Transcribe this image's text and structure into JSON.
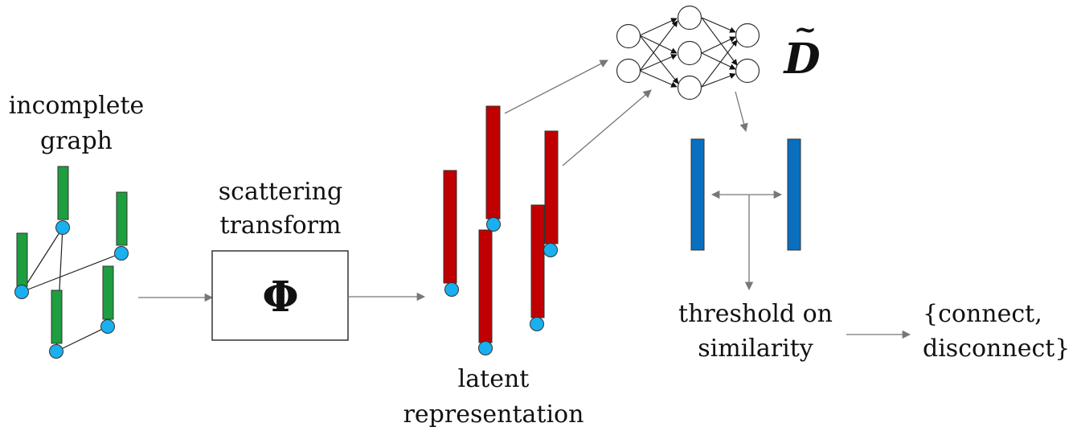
{
  "labels": {
    "incomplete_graph": [
      "incomplete",
      "graph"
    ],
    "scattering_transform": [
      "scattering",
      "transform"
    ],
    "phi_symbol": "Φ",
    "latent_representation": [
      "latent",
      "representation"
    ],
    "d_tilde": "D",
    "d_tilde_accent": "~",
    "threshold": [
      "threshold on",
      "similarity"
    ],
    "output": [
      "{connect,",
      "disconnect}"
    ]
  },
  "colors": {
    "graph_bar": "#1E9E3E",
    "node": "#1AAFEF",
    "latent_bar": "#C00000",
    "embedding_bar": "#0A6FBF",
    "arrow": "#777777"
  }
}
